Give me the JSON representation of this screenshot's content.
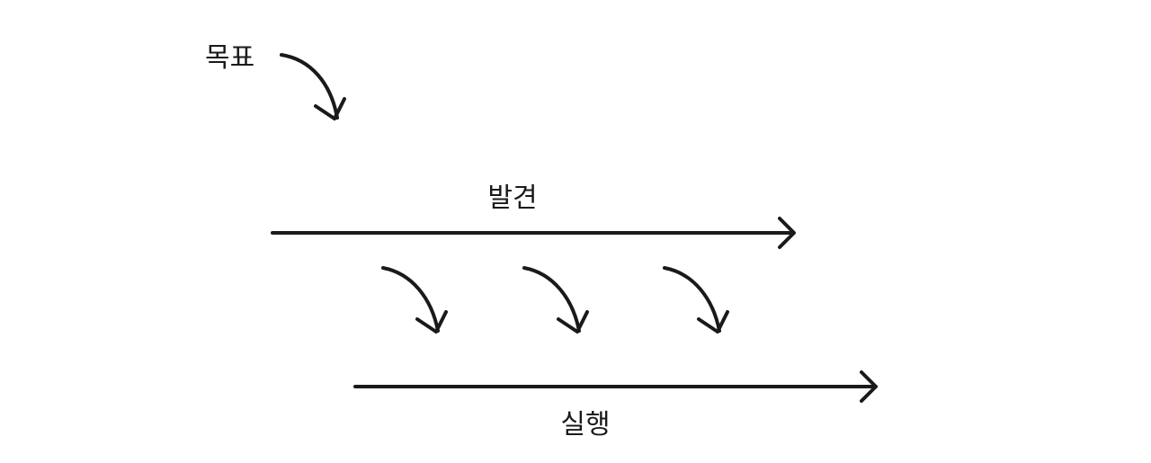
{
  "labels": {
    "goal": "목표",
    "discovery": "발견",
    "execution": "실행"
  },
  "colors": {
    "stroke": "#1a1a1a",
    "background": "#ffffff"
  }
}
